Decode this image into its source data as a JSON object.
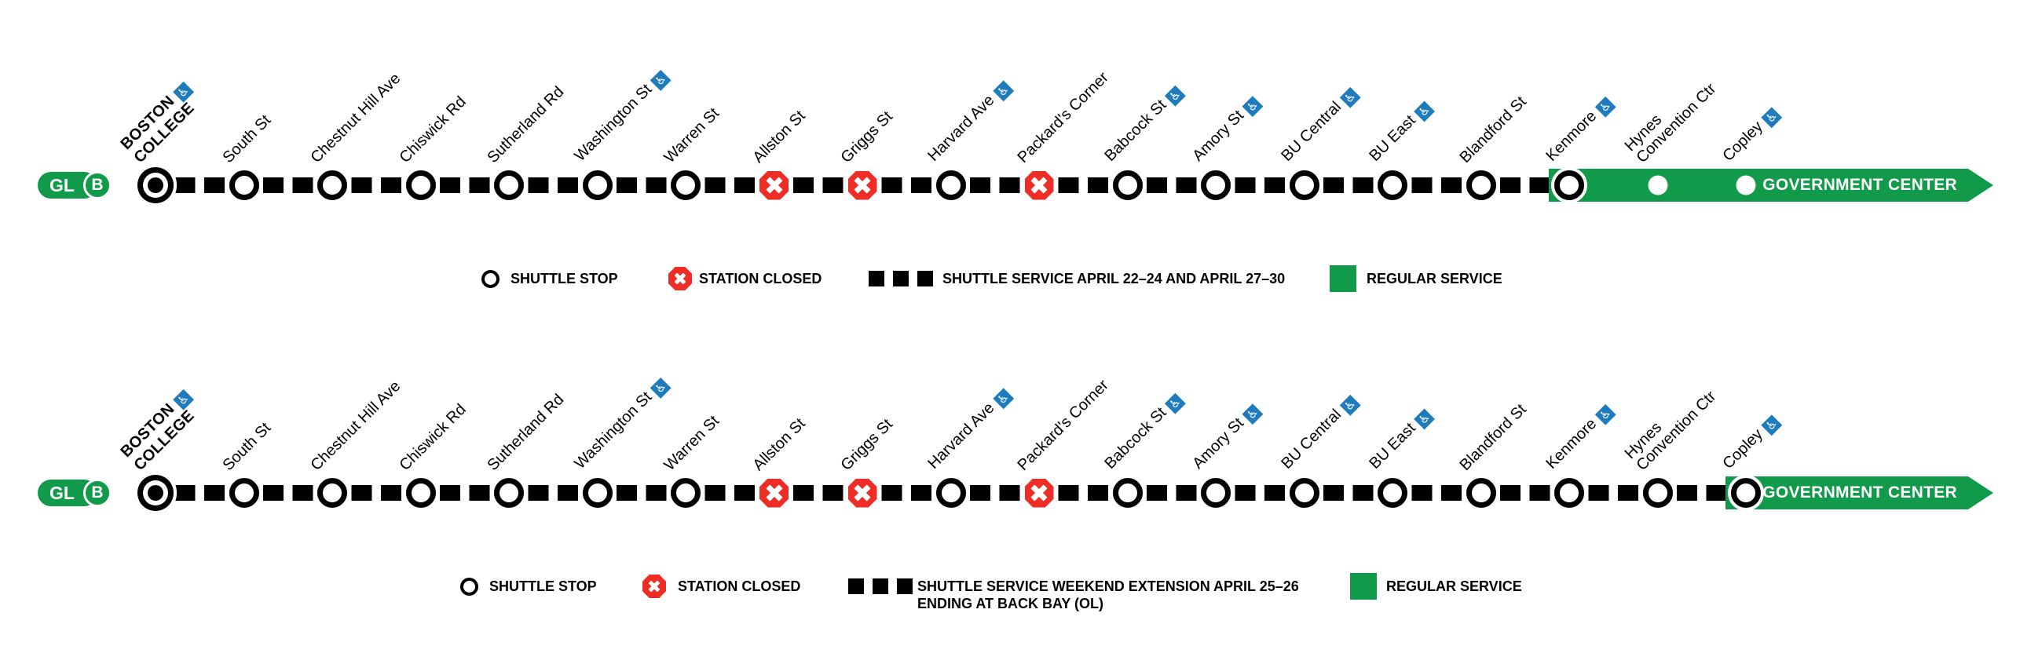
{
  "badge": {
    "line": "GL",
    "branch": "B"
  },
  "terminus_label": "GOVERNMENT CENTER",
  "colors": {
    "green": "#109a4a",
    "red": "#ee2d26",
    "accessible_blue": "#1e7cbd",
    "line_black": "#000000",
    "white": "#ffffff"
  },
  "icons": {
    "accessible": "wheelchair-icon",
    "closed": "octagon-x-icon",
    "shuttle_stop": "open-circle-icon",
    "shuttle_dashes": "dashed-squares-icon",
    "regular_service": "green-square-icon"
  },
  "accessible_glyph": "♿",
  "stations": [
    {
      "name": "Boston College",
      "lines": [
        "BOSTON",
        "COLLEGE"
      ],
      "bold": true,
      "accessible": true
    },
    {
      "name": "South St",
      "lines": [
        "South St"
      ],
      "accessible": false
    },
    {
      "name": "Chestnut Hill Ave",
      "lines": [
        "Chestnut Hill Ave"
      ],
      "accessible": false
    },
    {
      "name": "Chiswick Rd",
      "lines": [
        "Chiswick Rd"
      ],
      "accessible": false
    },
    {
      "name": "Sutherland Rd",
      "lines": [
        "Sutherland Rd"
      ],
      "accessible": false
    },
    {
      "name": "Washington St",
      "lines": [
        "Washington St"
      ],
      "accessible": true
    },
    {
      "name": "Warren St",
      "lines": [
        "Warren St"
      ],
      "accessible": false
    },
    {
      "name": "Allston St",
      "lines": [
        "Allston St"
      ],
      "accessible": false
    },
    {
      "name": "Griggs St",
      "lines": [
        "Griggs St"
      ],
      "accessible": false
    },
    {
      "name": "Harvard Ave",
      "lines": [
        "Harvard Ave"
      ],
      "accessible": true
    },
    {
      "name": "Packard's Corner",
      "lines": [
        "Packard's Corner"
      ],
      "accessible": false
    },
    {
      "name": "Babcock St",
      "lines": [
        "Babcock St"
      ],
      "accessible": true
    },
    {
      "name": "Amory St",
      "lines": [
        "Amory St"
      ],
      "accessible": true
    },
    {
      "name": "BU Central",
      "lines": [
        "BU Central"
      ],
      "accessible": true
    },
    {
      "name": "BU East",
      "lines": [
        "BU East"
      ],
      "accessible": true
    },
    {
      "name": "Blandford St",
      "lines": [
        "Blandford St"
      ],
      "accessible": false
    },
    {
      "name": "Kenmore",
      "lines": [
        "Kenmore"
      ],
      "accessible": true
    },
    {
      "name": "Hynes Convention Ctr",
      "lines": [
        "Hynes",
        "Convention Ctr"
      ],
      "accessible": false
    },
    {
      "name": "Copley",
      "lines": [
        "Copley"
      ],
      "accessible": true
    }
  ],
  "diagrams": [
    {
      "name": "shuttle-april-22-24-and-27-30",
      "station_states": [
        "terminal",
        "shuttle",
        "shuttle",
        "shuttle",
        "shuttle",
        "shuttle",
        "shuttle",
        "closed",
        "closed",
        "shuttle",
        "closed",
        "shuttle",
        "shuttle",
        "shuttle",
        "shuttle",
        "shuttle",
        "shuttle",
        "dot",
        "dot"
      ],
      "green_band_start_station": "Kenmore",
      "green_band_start_index": 16,
      "legend": [
        {
          "icon": "shuttle_stop",
          "label": "SHUTTLE STOP"
        },
        {
          "icon": "closed",
          "label": "STATION CLOSED"
        },
        {
          "icon": "shuttle_dashes",
          "label": "SHUTTLE SERVICE APRIL 22–24 AND APRIL 27–30"
        },
        {
          "icon": "regular_service",
          "label": "REGULAR SERVICE"
        }
      ]
    },
    {
      "name": "shuttle-weekend-extension-april-25-26",
      "station_states": [
        "terminal",
        "shuttle",
        "shuttle",
        "shuttle",
        "shuttle",
        "shuttle",
        "shuttle",
        "closed",
        "closed",
        "shuttle",
        "closed",
        "shuttle",
        "shuttle",
        "shuttle",
        "shuttle",
        "shuttle",
        "shuttle",
        "shuttle",
        "shuttle"
      ],
      "green_band_start_station": "Copley",
      "green_band_start_index": 18,
      "legend": [
        {
          "icon": "shuttle_stop",
          "label": "SHUTTLE STOP"
        },
        {
          "icon": "closed",
          "label": "STATION CLOSED"
        },
        {
          "icon": "shuttle_dashes",
          "label": "SHUTTLE SERVICE WEEKEND EXTENSION APRIL 25–26",
          "label2": "ENDING AT BACK BAY (OL)"
        },
        {
          "icon": "regular_service",
          "label": "REGULAR SERVICE"
        }
      ]
    }
  ]
}
